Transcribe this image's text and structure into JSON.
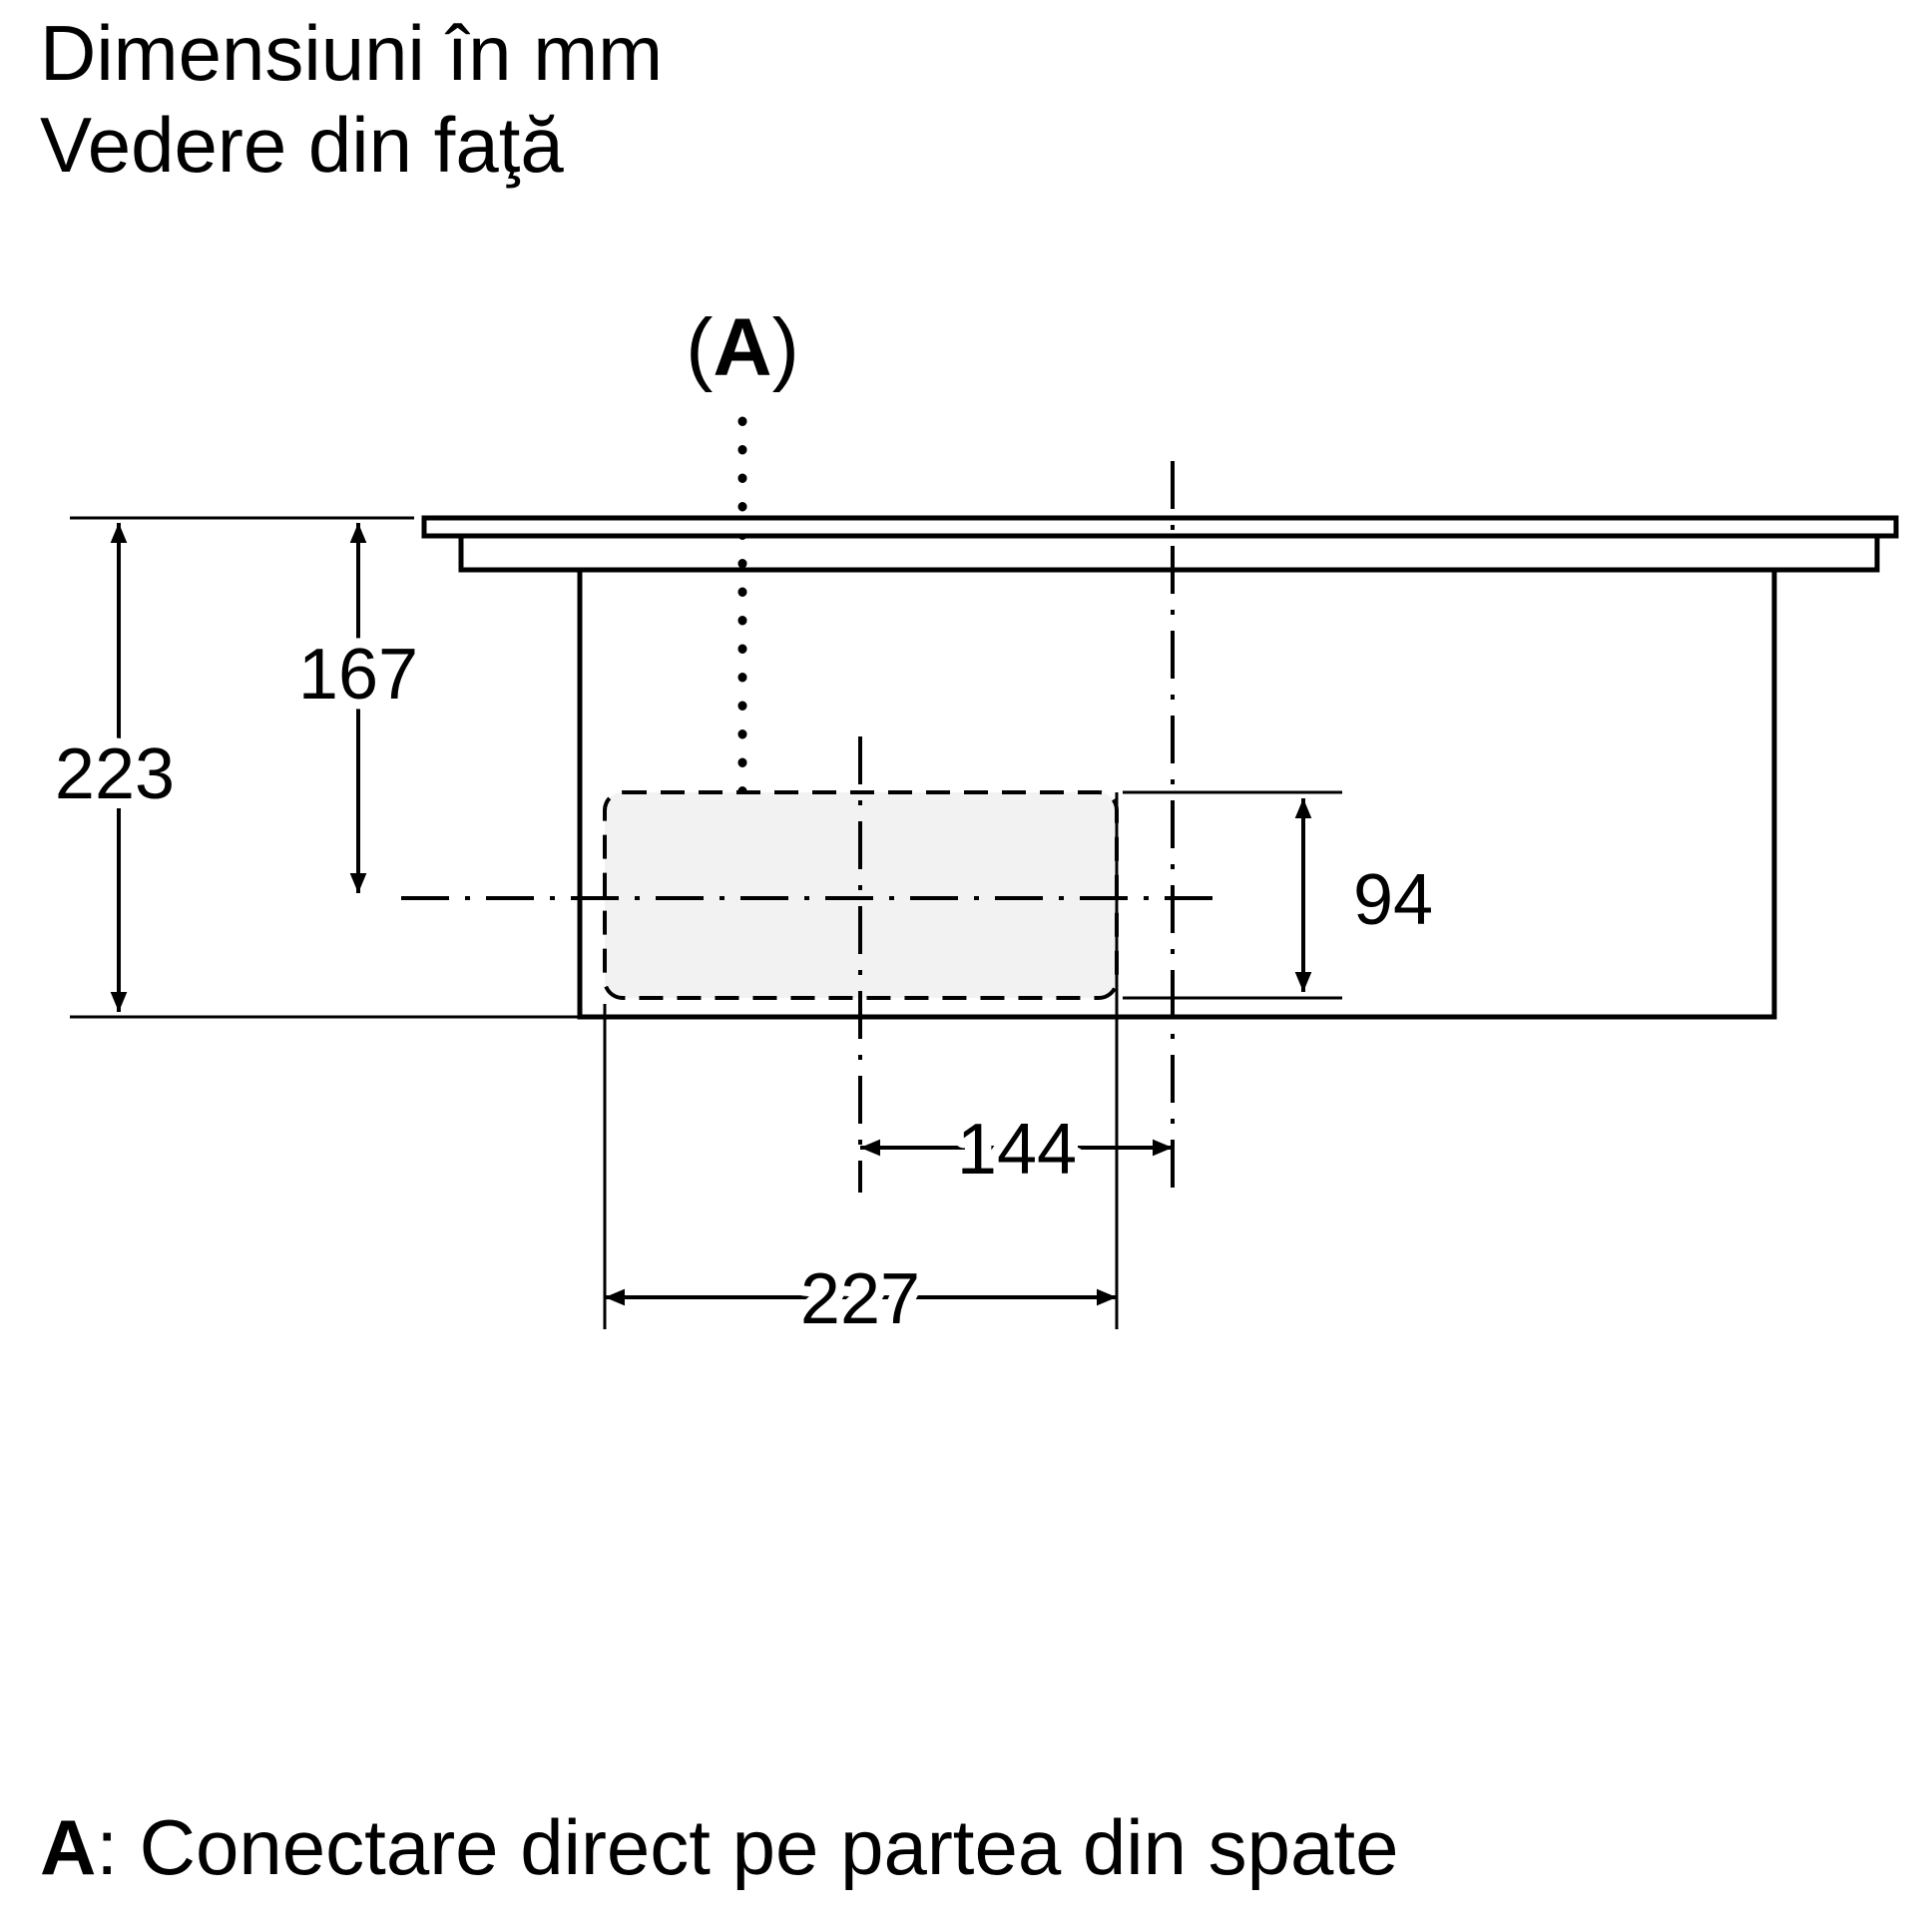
{
  "title": {
    "line1": "Dimensiuni în mm",
    "line2": "Vedere din faţă"
  },
  "connection_label": {
    "open": "(",
    "letter": "A",
    "close": ")"
  },
  "dimensions": {
    "total_height": "223",
    "top_to_centerline": "167",
    "duct_height": "94",
    "center_to_reference_width": "144",
    "duct_width": "227"
  },
  "footnote": {
    "label": "A",
    "text": ": Conectare direct pe partea din spate"
  },
  "colors": {
    "line": "#000000",
    "background": "#ffffff",
    "duct_fill": "#f2f2f2"
  }
}
